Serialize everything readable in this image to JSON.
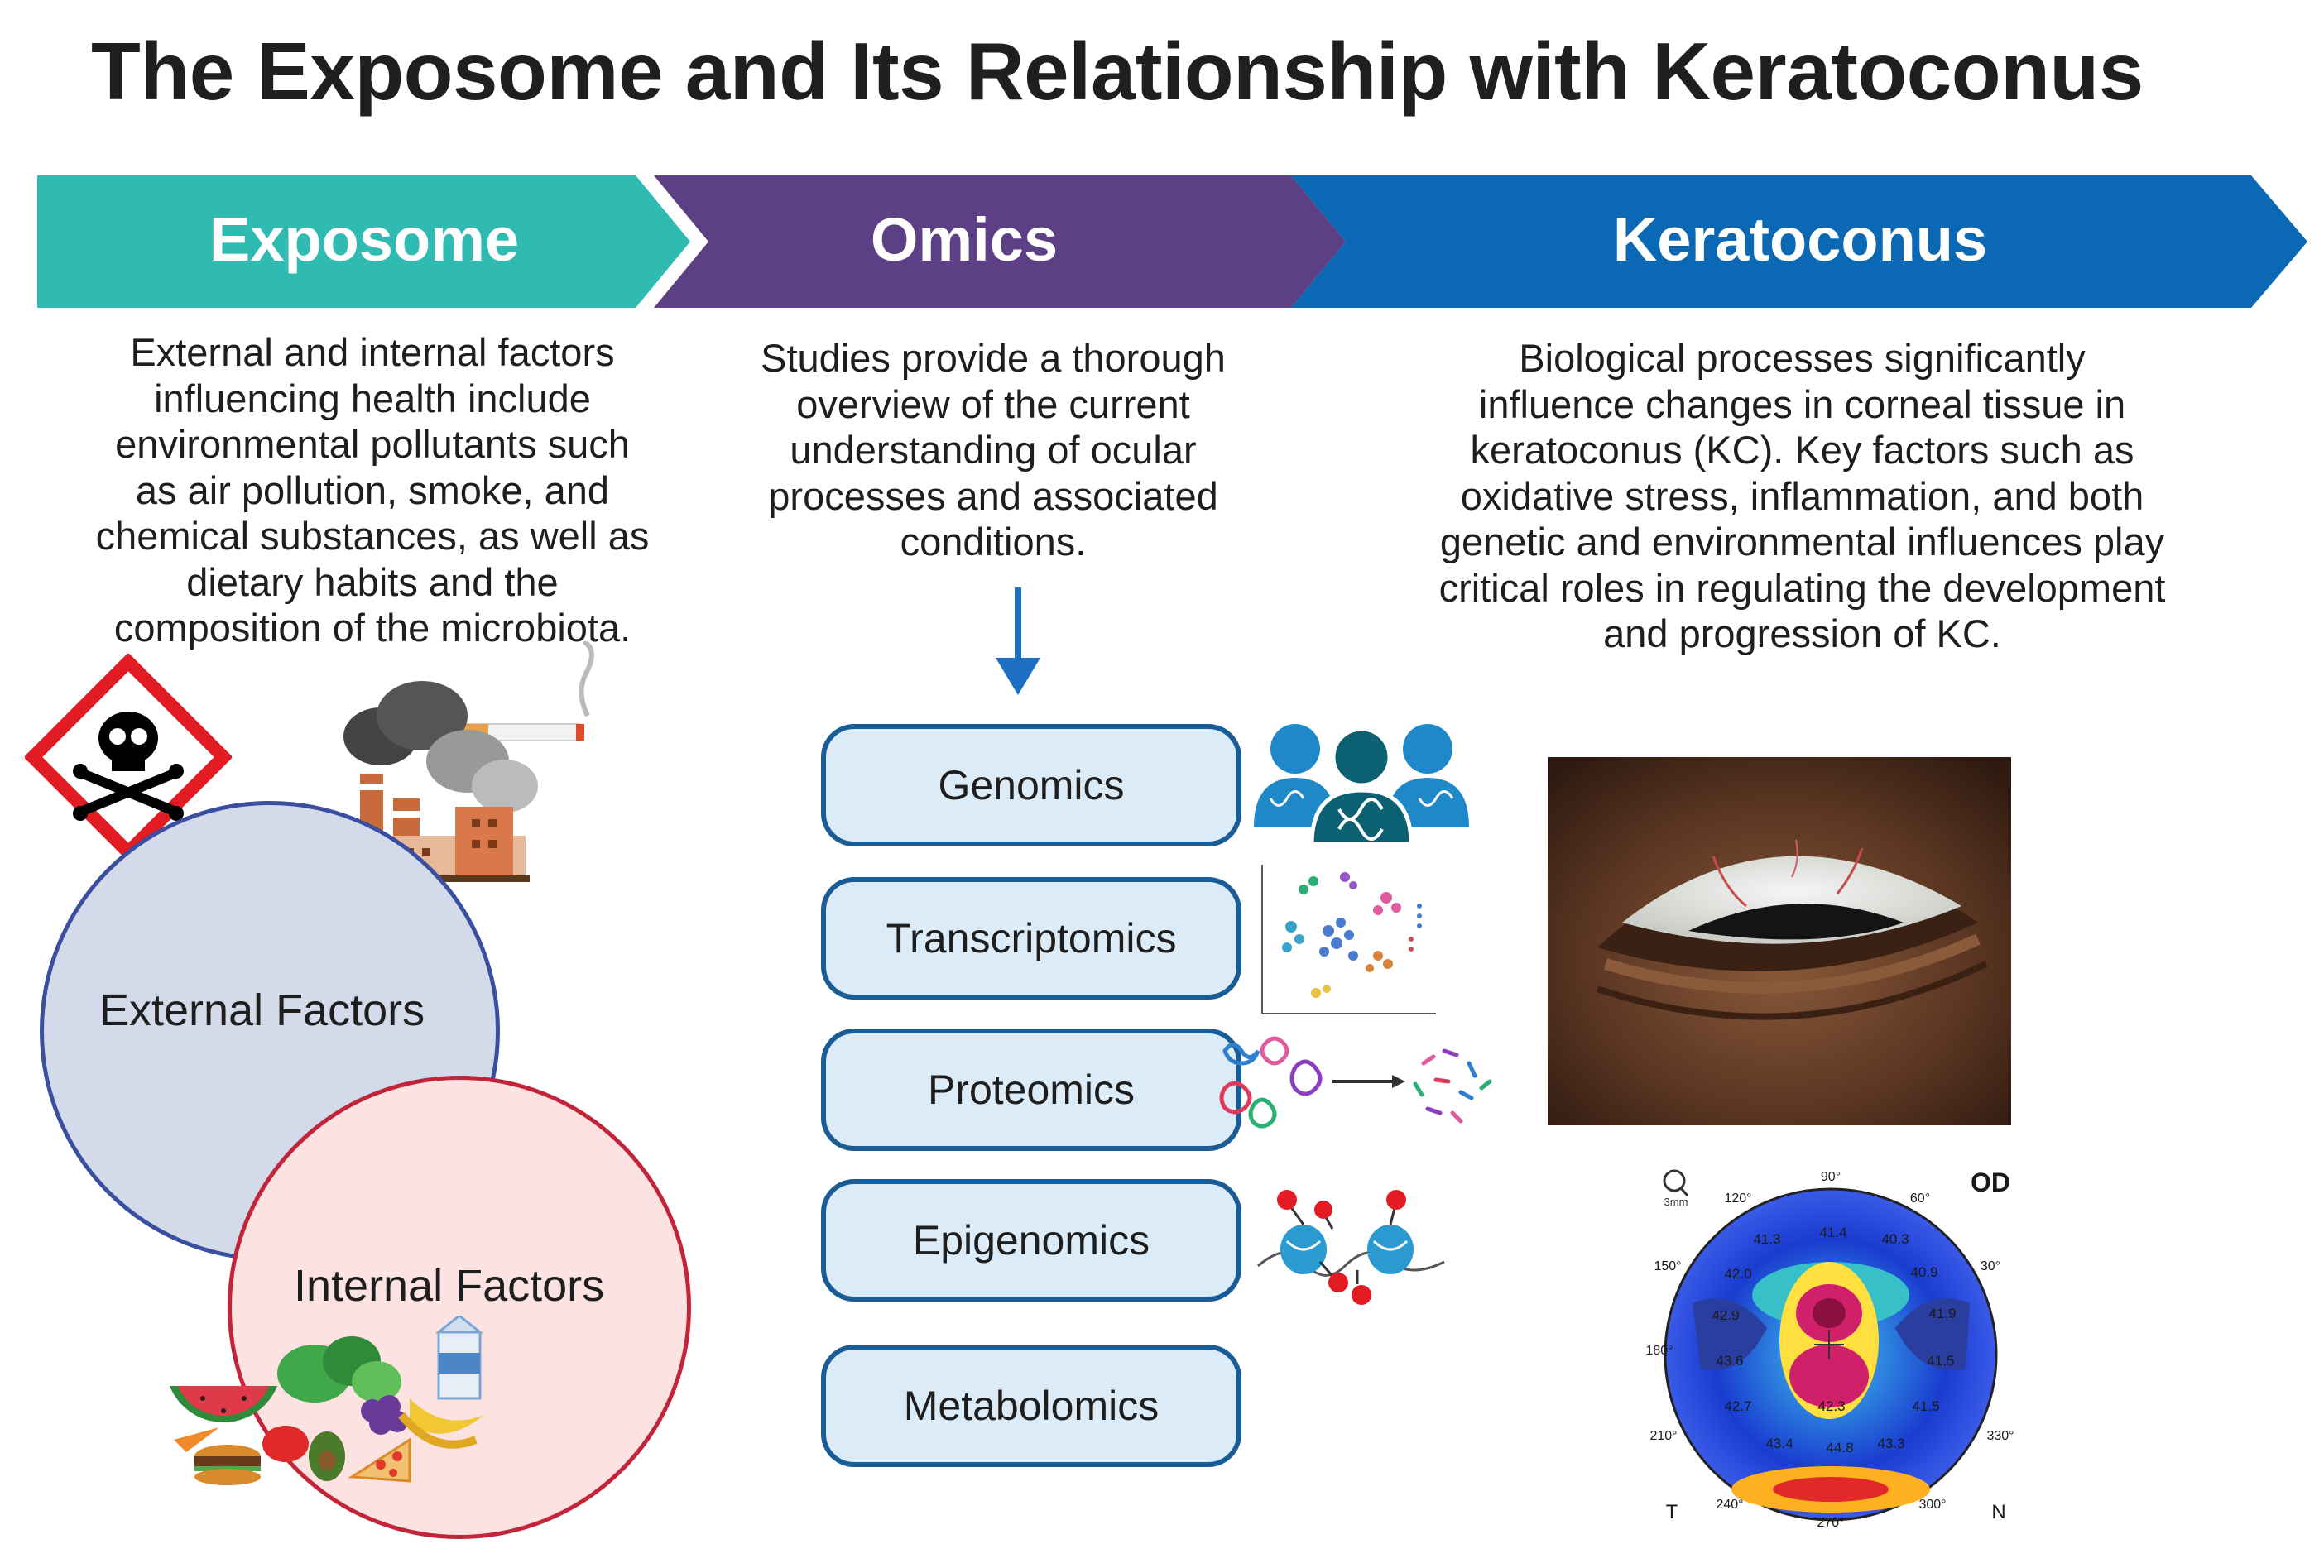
{
  "title": "The Exposome and Its Relationship with Keratoconus",
  "banner": {
    "exposome": "Exposome",
    "omics": "Omics",
    "keratoconus": "Keratoconus"
  },
  "exposome_description": "External and internal factors influencing health include environmental pollutants such as air pollution, smoke, and chemical substances, as well as dietary habits and the composition of the microbiota.",
  "omics_description": "Studies provide a thorough overview of the current understanding of ocular processes and associated conditions.",
  "keratoconus_description": "Biological processes significantly influence changes in corneal tissue in keratoconus (KC). Key factors such as oxidative stress, inflammation, and both genetic and environmental influences play critical roles in regulating the development and progression of KC.",
  "circles": {
    "external": "External Factors",
    "internal": "Internal Factors"
  },
  "omics_list": [
    "Genomics",
    "Transcriptomics",
    "Proteomics",
    "Epigenomics",
    "Metabolomics"
  ],
  "topography_map": {
    "eye_label": "OD",
    "degrees": [
      "90°",
      "60°",
      "30°",
      "330°",
      "300°",
      "270°",
      "240°",
      "210°",
      "180°",
      "150°",
      "120°"
    ],
    "readings": [
      "41.4",
      "41.3",
      "40.3",
      "42.0",
      "40.9",
      "42.9",
      "41.9",
      "43.6",
      "41.5",
      "42.7",
      "41.5",
      "43.4",
      "44.8",
      "43.3",
      "42.3"
    ],
    "temporal": "T",
    "nasal": "N",
    "scale_label": "3mm"
  },
  "colors": {
    "exposome": "#2fbab2",
    "omics": "#5d3f85",
    "keratoconus": "#0a68b4",
    "box_fill": "#dcebf8",
    "box_border": "#1a5d96",
    "external_circle": "#d3daea",
    "internal_circle": "#fde2e2"
  }
}
